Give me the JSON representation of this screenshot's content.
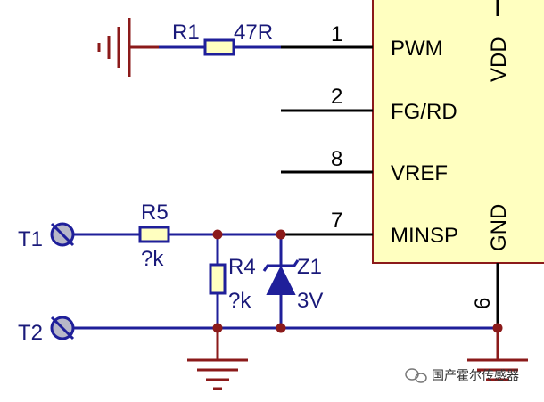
{
  "schematic": {
    "colors": {
      "wire": "#1f1f9a",
      "ground": "#8b1a1a",
      "resistor": "#1f1f9a",
      "chip_fill": "#ffffc0",
      "chip_border": "#8b1a1a",
      "pin_line": "#000000",
      "junction": "#8b1a1a",
      "terminal_fill": "#b8b8c8"
    },
    "components": {
      "r1": {
        "ref": "R1",
        "value": "47R"
      },
      "r5": {
        "ref": "R5",
        "value": "?k"
      },
      "r4": {
        "ref": "R4",
        "value": "?k"
      },
      "z1": {
        "ref": "Z1",
        "value": "3V"
      },
      "t1": {
        "ref": "T1"
      },
      "t2": {
        "ref": "T2"
      }
    },
    "ic": {
      "pins": [
        {
          "number": "1",
          "name": "PWM"
        },
        {
          "number": "2",
          "name": "FG/RD"
        },
        {
          "number": "8",
          "name": "VREF"
        },
        {
          "number": "7",
          "name": "MINSP"
        }
      ],
      "power_pins": [
        {
          "name": "VDD"
        },
        {
          "name": "GND",
          "number": "6"
        }
      ]
    }
  },
  "watermark": {
    "text": "国产霍尔传感器",
    "icon": "wechat-icon"
  }
}
